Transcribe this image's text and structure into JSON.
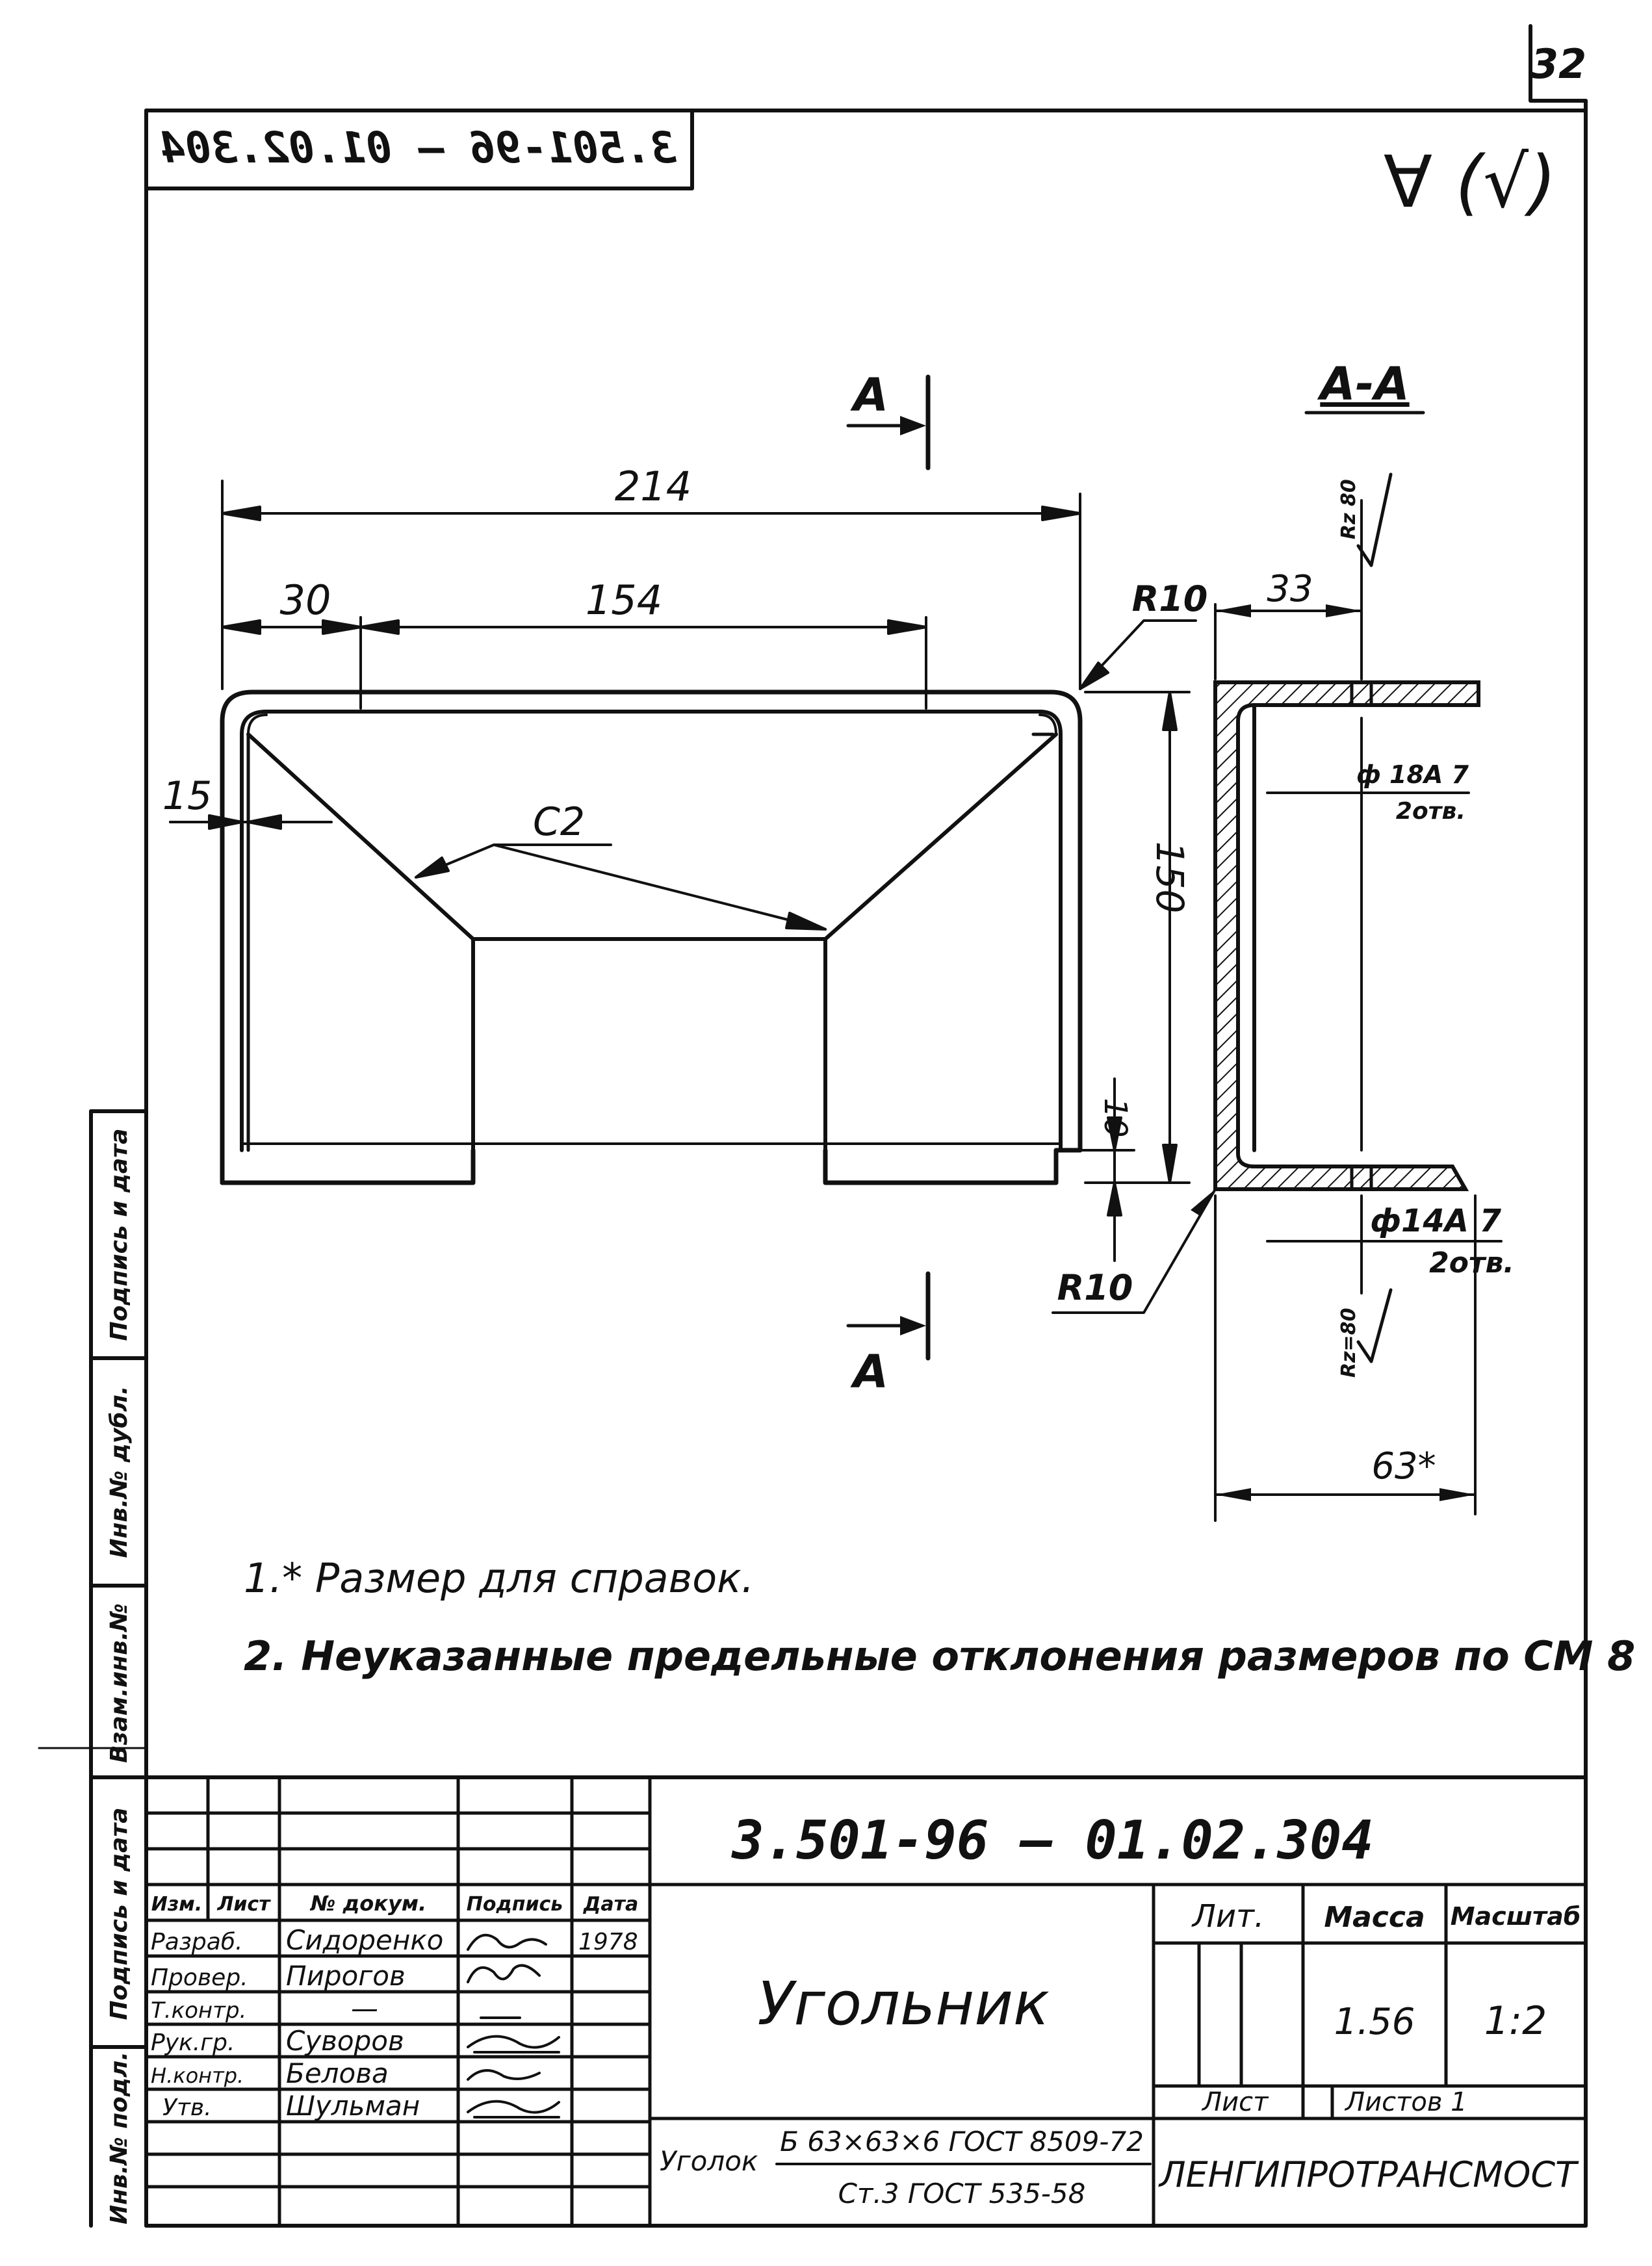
{
  "sheet_number": "32",
  "top_stamp": "3.501-96 — 01.02.304",
  "roughness_symbol": "∀ (√)",
  "section": {
    "cut_mark": "A",
    "title": "A-A"
  },
  "dimensions": {
    "overall_length": "214",
    "flange_offset": "30",
    "inner_length": "154",
    "edge_offset": "15",
    "chamfer": "C2",
    "bend_radius": "R10",
    "height": "150",
    "small_gap": "10",
    "section_width": "33",
    "section_depth": "63*",
    "hole_upper": "ф 18А 7",
    "hole_upper_count": "2отв.",
    "hole_lower": "ф14А 7",
    "hole_lower_count": "2отв.",
    "roughness_upper": "Rz 80",
    "roughness_lower": "Rz=80"
  },
  "notes": [
    "1.* Размер для справок.",
    "2. Неуказанные предельные отклонения размеров по СМ 8"
  ],
  "side_stamp": [
    "Инв.№ подл.",
    "Подпись и дата",
    "Взам.инв.№",
    "Инв.№ дубл.",
    "Подпись и дата"
  ],
  "title_block": {
    "designation": "3.501-96 — 01.02.304",
    "part_name": "Угольник",
    "header_lit": "Лит.",
    "header_mass": "Масса",
    "header_scale": "Масштаб",
    "mass": "1.56",
    "scale": "1:2",
    "sheet_label": "Лист",
    "sheets_label": "Листов 1",
    "material_label": "Уголок",
    "material_top": "Б 63×63×6 ГОСТ 8509-72",
    "material_bottom": "Ст.3 ГОСТ 535-58",
    "organization": "ЛЕНГИПРОТРАНСМОСТ",
    "col_headers": [
      "Изм.",
      "Лист",
      "№ докум.",
      "Подпись",
      "Дата"
    ],
    "rows": [
      {
        "role": "Разраб.",
        "name": "Сидоренко",
        "date": "1978"
      },
      {
        "role": "Провер.",
        "name": "Пирогов",
        "date": ""
      },
      {
        "role": "Т.контр.",
        "name": "—",
        "date": ""
      },
      {
        "role": "Рук.гр.",
        "name": "Суворов",
        "date": ""
      },
      {
        "role": "Н.контр.",
        "name": "Белова",
        "date": ""
      },
      {
        "role": "Утв.",
        "name": "Шульман",
        "date": ""
      }
    ]
  }
}
